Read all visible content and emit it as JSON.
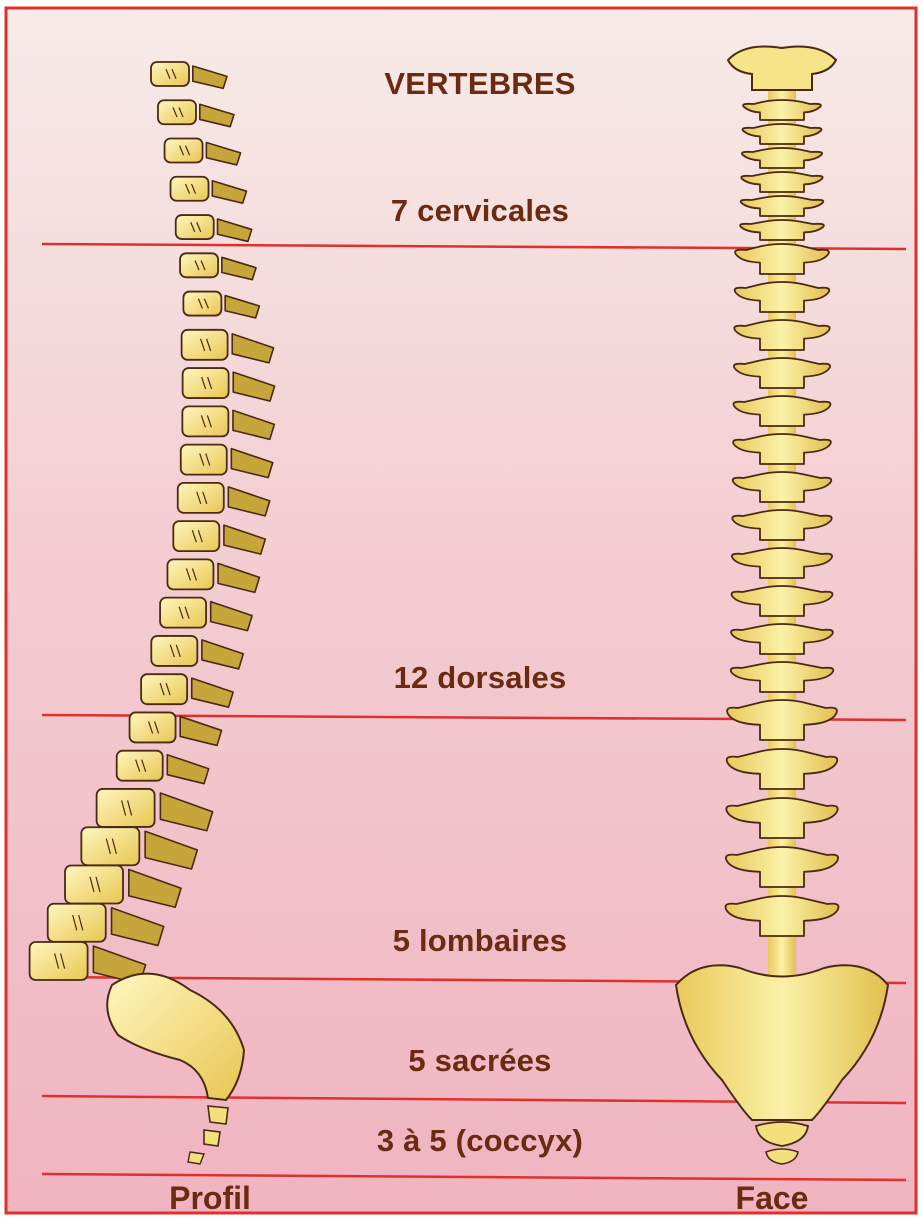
{
  "title": "VERTEBRES",
  "regions": [
    {
      "label": "7 cervicales"
    },
    {
      "label": "12 dorsales"
    },
    {
      "label": "5 lombaires"
    },
    {
      "label": "5 sacrées"
    },
    {
      "label": "3 à 5 (coccyx)"
    }
  ],
  "views": {
    "profile": "Profil",
    "face": "Face"
  },
  "colors": {
    "frame": "#e0302c",
    "divider": "#e0302c",
    "text": "#6b2a12",
    "bone": "#f2e27a",
    "bone_shadow": "#c6a53a",
    "outline": "#4a2a12",
    "bg_top": "#f6e6e2",
    "bg_bottom": "#f2b9c3"
  }
}
